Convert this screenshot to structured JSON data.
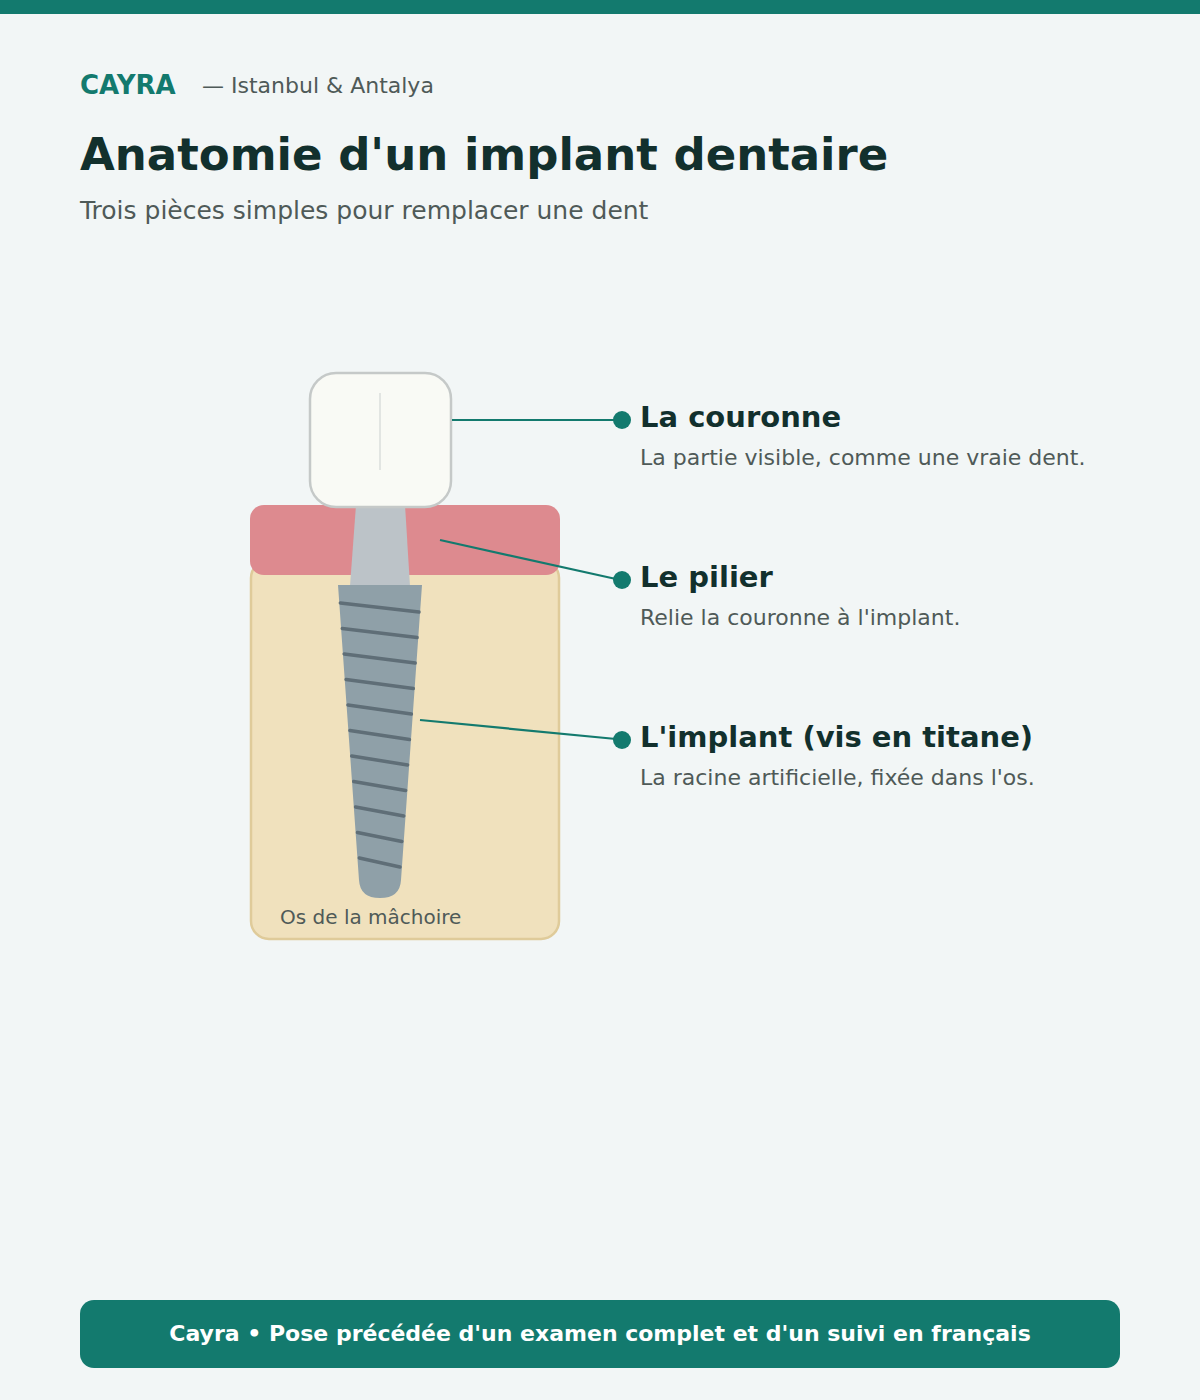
{
  "diagram": {
    "title": "Anatomie d'un implant dentaire",
    "caption": "Trois pièces simples pour remplacer une dent",
    "nodes": [
      {
        "text": [
          "Cayra • Pose précédée d'un examen complet et d'un suivi en français"
        ]
      }
    ],
    "labels": [
      "CAYRA",
      "— Istanbul & Antalya",
      "La couronne",
      "La partie visible, comme une vraie dent.",
      "Le pilier",
      "Relie la couronne à l'implant.",
      "L'implant (vis en titane)",
      "La racine artificielle, fixée dans l'os.",
      "Os de la mâchoire"
    ]
  }
}
